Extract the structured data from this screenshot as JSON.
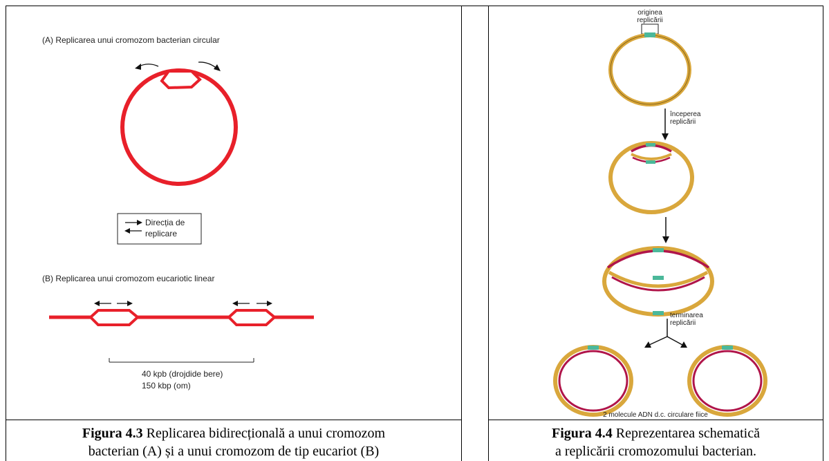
{
  "figure_a": {
    "label_a": "(A) Replicarea unui cromozom bacterian circular",
    "legend_line1": "Direcția de",
    "legend_line2": "replicare",
    "label_b": "(B) Replicarea unui cromozom eucariotic linear",
    "scale_line1": "40 kpb (drojdide bere)",
    "scale_line2": "150 kbp (om)",
    "caption_bold": "Figura 4.3",
    "caption_line1": " Replicarea bidirecțională a unui cromozom",
    "caption_line2": "bacterian (A) și a unui cromozom de tip eucariot (B)"
  },
  "figure_b": {
    "origin_line1": "originea",
    "origin_line2": "replicării",
    "start_line1": "începerea",
    "start_line2": "replicării",
    "end_line1": "terminarea",
    "end_line2": "replicării",
    "result_label": "2 molecule ADN d.c. circulare fiice",
    "caption_bold": "Figura 4.4",
    "caption_line1": " Reprezentarea schematică",
    "caption_line2": "a replicării cromozomului bacterian."
  },
  "colors": {
    "red_strand": "#e8202a",
    "gold_strand": "#d9a73c",
    "crimson_strand": "#b0154a",
    "origin_green": "#4bb89a"
  }
}
